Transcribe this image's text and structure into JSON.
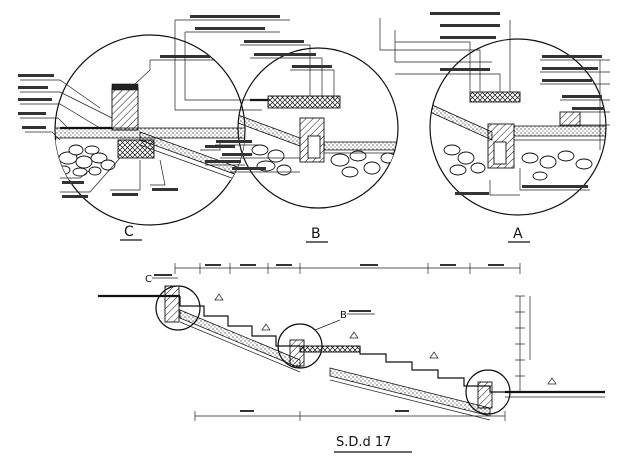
{
  "details": {
    "c": {
      "letter": "C"
    },
    "b": {
      "letter": "B"
    },
    "a": {
      "letter": "A"
    }
  },
  "section": {
    "tag_c": "C",
    "tag_b": "B",
    "caption": "S.D.d 17"
  },
  "colors": {
    "ink": "#111111",
    "paper": "#ffffff"
  }
}
